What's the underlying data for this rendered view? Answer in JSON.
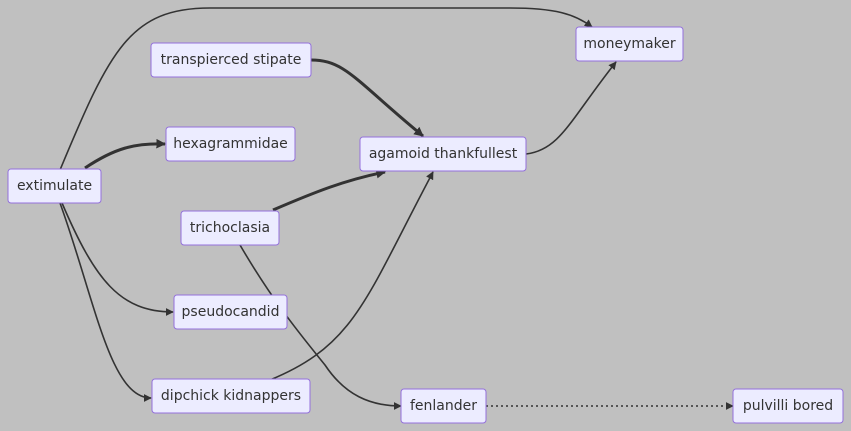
{
  "diagram": {
    "nodes": {
      "extimulate": "extimulate",
      "transpierced_stipate": "transpierced stipate",
      "hexagrammidae": "hexagrammidae",
      "agamoid_thankfullest": "agamoid thankfullest",
      "moneymaker": "moneymaker",
      "trichoclasia": "trichoclasia",
      "pseudocandid": "pseudocandid",
      "dipchick_kidnappers": "dipchick kidnappers",
      "fenlander": "fenlander",
      "pulvilli_bored": "pulvilli bored"
    },
    "edges": [
      {
        "from": "extimulate",
        "to": "moneymaker",
        "style": "solid"
      },
      {
        "from": "extimulate",
        "to": "hexagrammidae",
        "style": "thick"
      },
      {
        "from": "extimulate",
        "to": "pseudocandid",
        "style": "solid"
      },
      {
        "from": "extimulate",
        "to": "dipchick_kidnappers",
        "style": "solid"
      },
      {
        "from": "transpierced_stipate",
        "to": "agamoid_thankfullest",
        "style": "thick"
      },
      {
        "from": "trichoclasia",
        "to": "agamoid_thankfullest",
        "style": "thick"
      },
      {
        "from": "trichoclasia",
        "to": "fenlander",
        "style": "solid"
      },
      {
        "from": "dipchick_kidnappers",
        "to": "agamoid_thankfullest",
        "style": "solid"
      },
      {
        "from": "agamoid_thankfullest",
        "to": "moneymaker",
        "style": "solid"
      },
      {
        "from": "fenlander",
        "to": "pulvilli_bored",
        "style": "dotted"
      }
    ],
    "colors": {
      "background": "#c0c0c0",
      "node_fill": "#ececff",
      "node_border": "#9370db",
      "text": "#333333",
      "edge": "#333333"
    }
  }
}
